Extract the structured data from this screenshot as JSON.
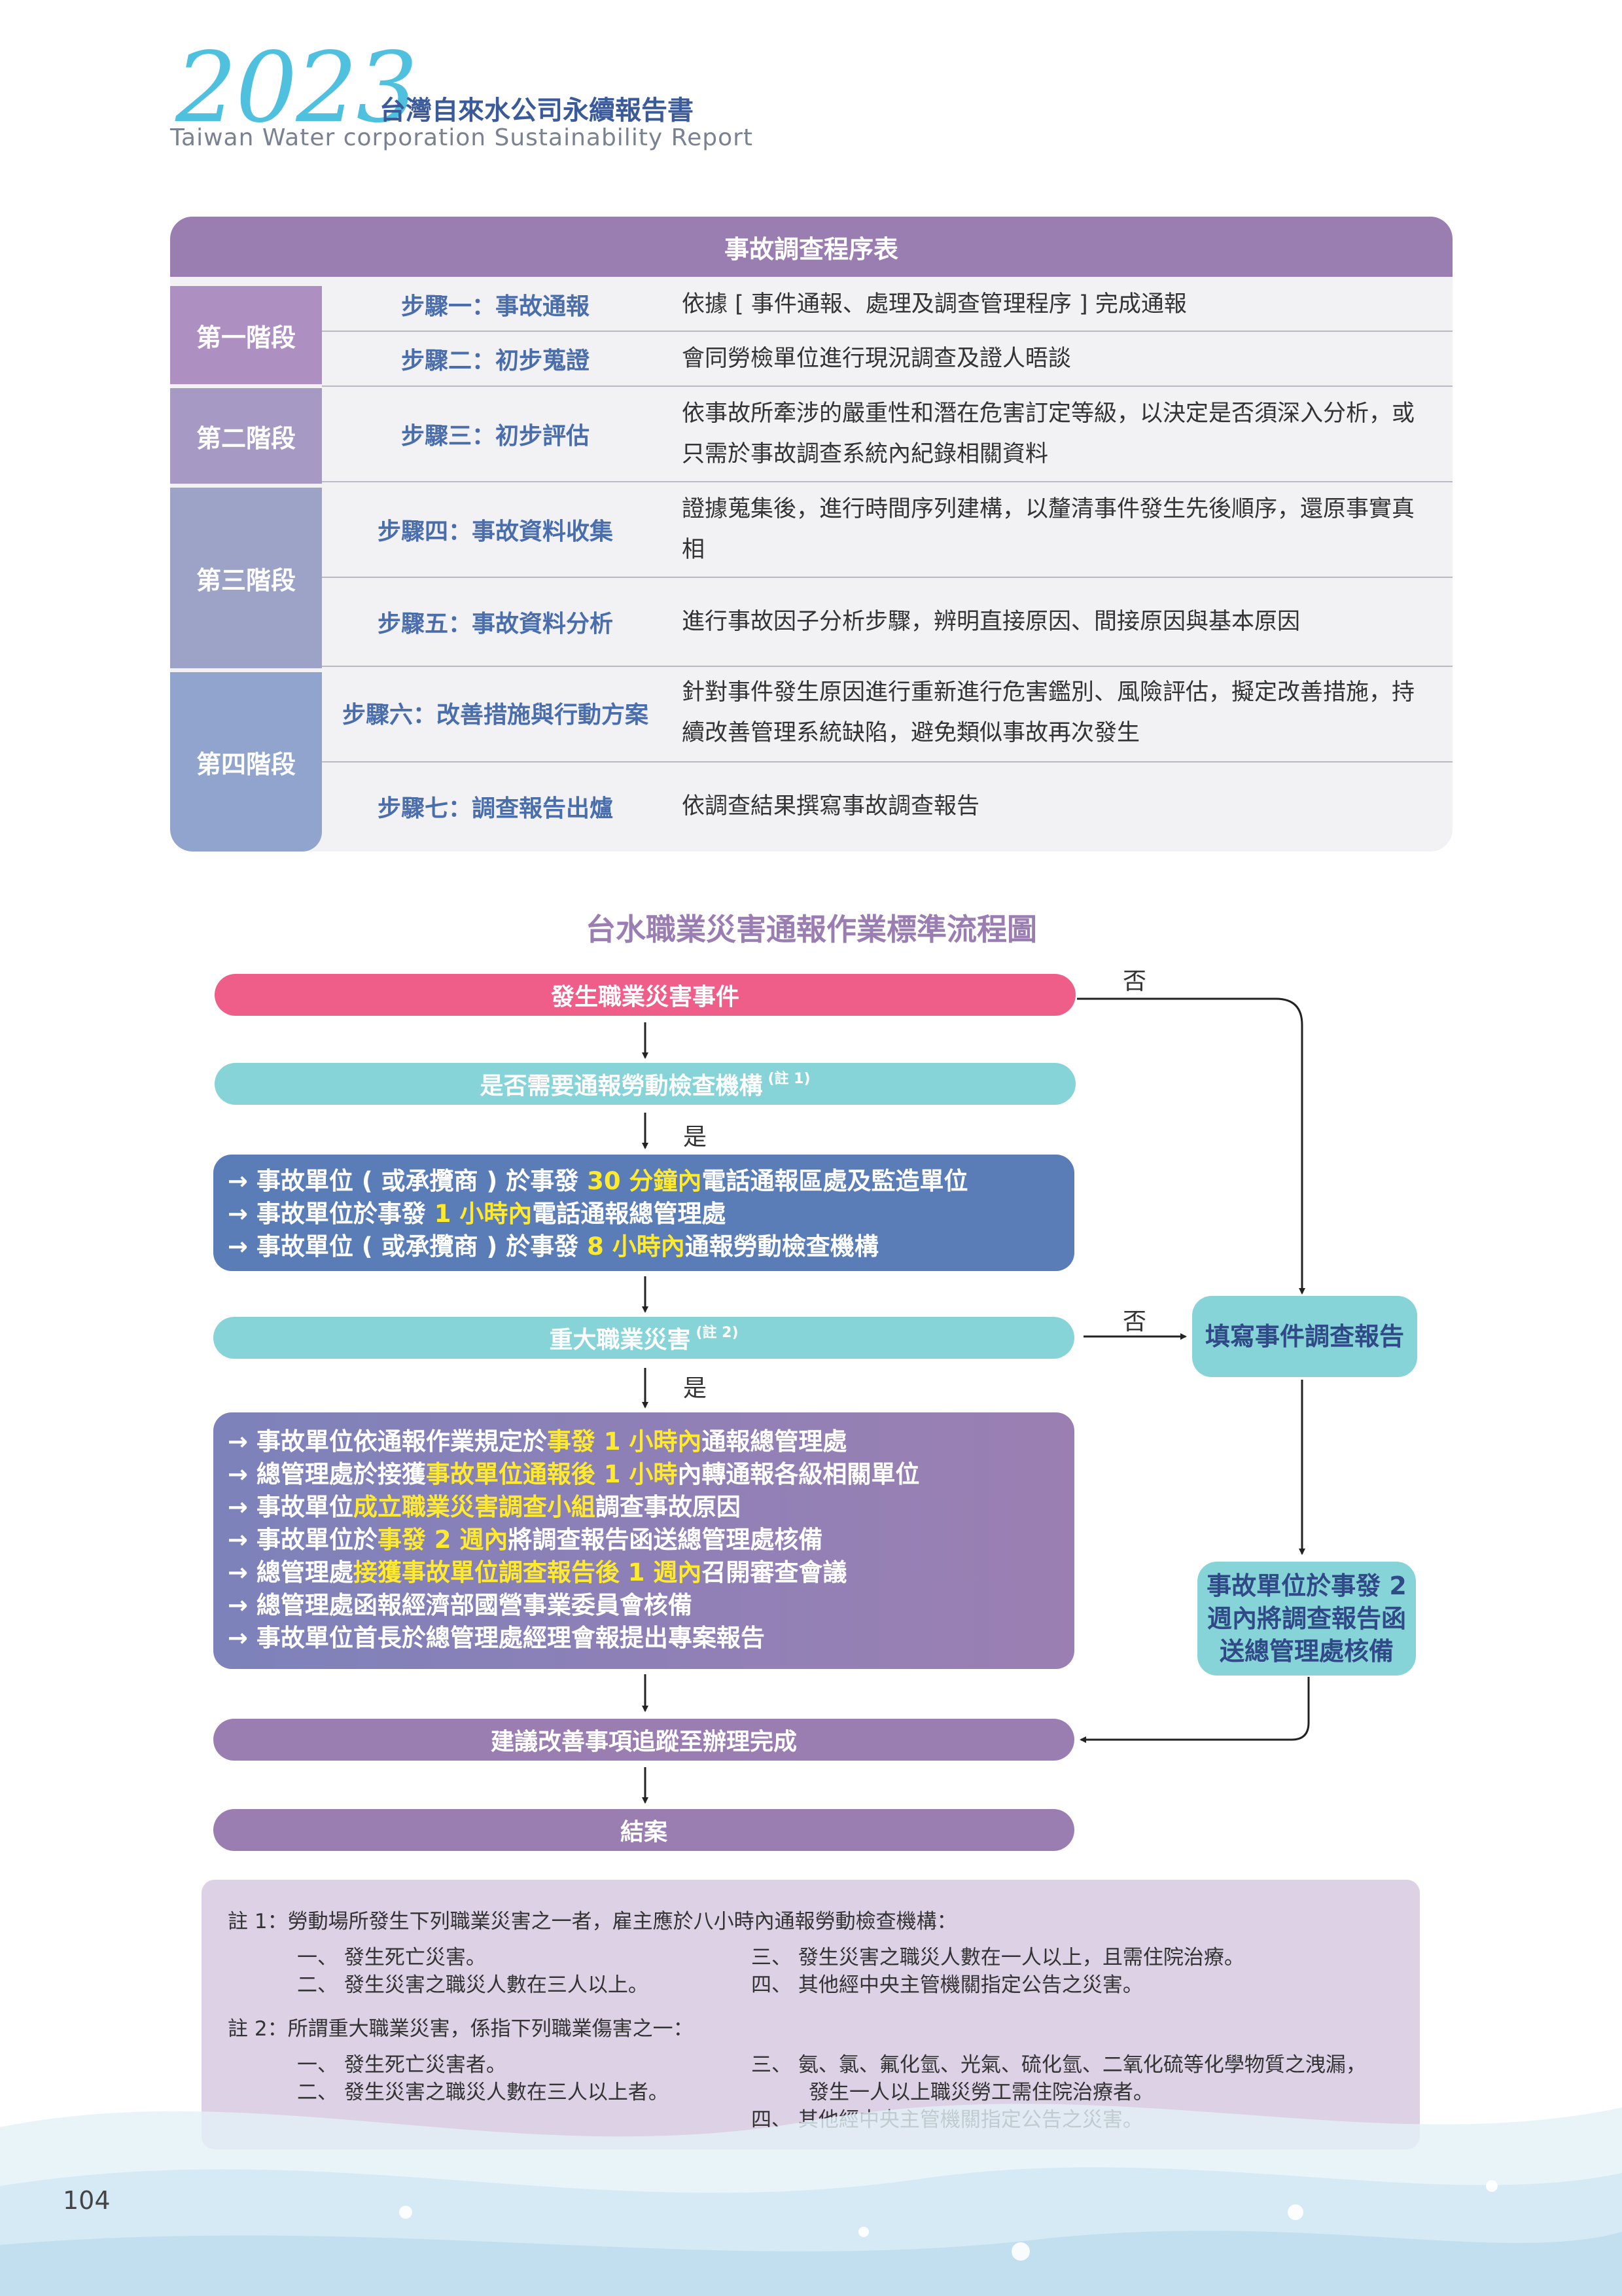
{
  "header": {
    "year": "2023",
    "title": "台灣自來水公司永續報告書",
    "subtitle": "Taiwan Water corporation Sustainability Report"
  },
  "procedure_table": {
    "title": "事故調查程序表",
    "stages": [
      "第一階段",
      "第二階段",
      "第三階段",
      "第四階段"
    ],
    "steps": [
      {
        "step": "步驟一：事故通報",
        "desc": "依據 [ 事件通報、處理及調查管理程序 ] 完成通報"
      },
      {
        "step": "步驟二：初步蒐證",
        "desc": "會同勞檢單位進行現況調查及證人晤談"
      },
      {
        "step": "步驟三：初步評估",
        "desc": "依事故所牽涉的嚴重性和潛在危害訂定等級，以決定是否須深入分析，或只需於事故調查系統內紀錄相關資料"
      },
      {
        "step": "步驟四：事故資料收集",
        "desc": "證據蒐集後，進行時間序列建構，以釐清事件發生先後順序，還原事實真相"
      },
      {
        "step": "步驟五：事故資料分析",
        "desc": "進行事故因子分析步驟，辨明直接原因、間接原因與基本原因"
      },
      {
        "step": "步驟六：改善措施與行動方案",
        "desc": "針對事件發生原因進行重新進行危害鑑別、風險評估，擬定改善措施，持續改善管理系統缺陷，避免類似事故再次發生"
      },
      {
        "step": "步驟七：調查報告出爐",
        "desc": "依調查結果撰寫事故調查報告"
      }
    ]
  },
  "flowchart": {
    "title": "台水職業災害通報作業標準流程圖",
    "start": "發生職業災害事件",
    "question1": "是否需要通報勞動檢查機構",
    "question1_note": "(註 1)",
    "question2": "重大職業災害",
    "question2_note": "(註 2)",
    "yes": "是",
    "no": "否",
    "box1": {
      "l1a": "→ 事故單位 ( 或承攬商 ) 於事發 ",
      "l1h": "30 分鐘內",
      "l1b": "電話通報區處及監造單位",
      "l2a": "→ 事故單位於事發 ",
      "l2h": "1 小時內",
      "l2b": "電話通報總管理處",
      "l3a": "→ 事故單位 ( 或承攬商 ) 於事發 ",
      "l3h": "8 小時內",
      "l3b": "通報勞動檢查機構"
    },
    "box2": {
      "l1a": "→ 事故單位依通報作業規定於",
      "l1h": "事發 1 小時內",
      "l1b": "通報總管理處",
      "l2a": "→ 總管理處於接獲",
      "l2h": "事故單位通報後 1 小時",
      "l2b": "內轉通報各級相關單位",
      "l3a": "→ 事故單位",
      "l3h": "成立職業災害調查小組",
      "l3b": "調查事故原因",
      "l4a": "→ 事故單位於",
      "l4h": "事發 2 週內",
      "l4b": "將調查報告函送總管理處核備",
      "l5a": "→ 總管理處",
      "l5h": "接獲事故單位調查報告後 1 週內",
      "l5b": "召開審查會議",
      "l6": "→ 總管理處函報經濟部國營事業委員會核備",
      "l7": "→ 事故單位首長於總管理處經理會報提出專案報告"
    },
    "fill_report": "填寫事件調查報告",
    "side_box_lines": [
      "事故單位於事發 2",
      "週內將調查報告函",
      "送總管理處核備"
    ],
    "followup": "建議改善事項追蹤至辦理完成",
    "close": "結案"
  },
  "notes": {
    "note1_title": "註 1：勞動場所發生下列職業災害之一者，雇主應於八小時內通報勞動檢查機構：",
    "note1_items": [
      "一、  發生死亡災害。",
      "二、  發生災害之職災人數在三人以上。",
      "三、  發生災害之職災人數在一人以上，且需住院治療。",
      "四、  其他經中央主管機關指定公告之災害。"
    ],
    "note2_title": "註 2：所謂重大職業災害，係指下列職業傷害之一：",
    "note2_items": [
      "一、  發生死亡災害者。",
      "二、  發生災害之職災人數在三人以上者。",
      "三、  氨、氯、氟化氫、光氣、硫化氫、二氧化硫等化學物質之洩漏，",
      "發生一人以上職災勞工需住院治療者。",
      "四、  其他經中央主管機關指定公告之災害。"
    ]
  },
  "page_number": "104"
}
